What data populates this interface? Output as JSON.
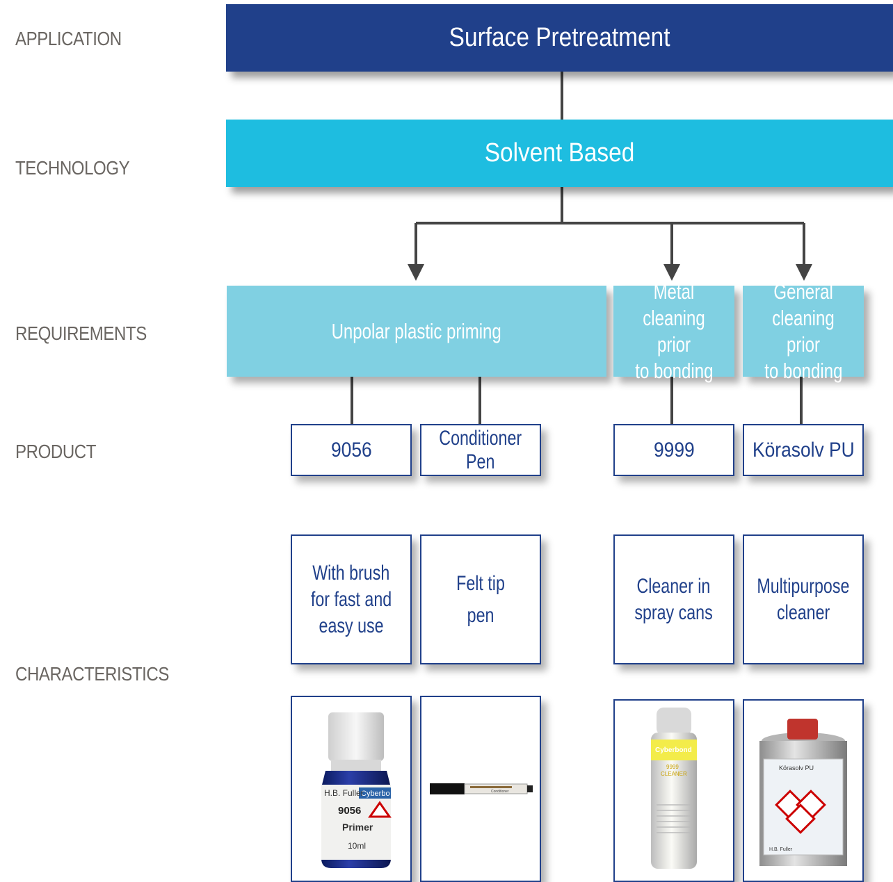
{
  "row_labels": {
    "application": "APPLICATION",
    "technology": "TECHNOLOGY",
    "requirements": "REQUIREMENTS",
    "product": "PRODUCT",
    "characteristics": "CHARACTERISTICS"
  },
  "application": "Surface Pretreatment",
  "technology": "Solvent Based",
  "requirements": [
    {
      "line1": "Unpolar plastic priming",
      "line2": "",
      "line3": ""
    },
    {
      "line1": "Metal",
      "line2": "cleaning prior",
      "line3": "to bonding"
    },
    {
      "line1": "General",
      "line2": "cleaning prior",
      "line3": "to bonding"
    }
  ],
  "products": [
    {
      "line1": "9056",
      "line2": ""
    },
    {
      "line1": "Conditioner",
      "line2": "Pen"
    },
    {
      "line1": "9999",
      "line2": ""
    },
    {
      "line1": "Körasolv PU",
      "line2": ""
    }
  ],
  "characteristics": [
    {
      "line1": "With brush",
      "line2": "for fast and",
      "line3": "easy use"
    },
    {
      "line1": "Felt tip",
      "line2": "pen",
      "line3": ""
    },
    {
      "line1": "Cleaner in",
      "line2": "spray cans",
      "line3": ""
    },
    {
      "line1": "Multipurpose",
      "line2": "cleaner",
      "line3": ""
    }
  ],
  "product_images": [
    {
      "label_brand": "H.B. Fuller",
      "label_tag": "Cyberbo",
      "label_code": "9056",
      "label_name": "Primer",
      "label_volume": "10ml"
    },
    {
      "label_text": "Conditioner"
    },
    {
      "label_brand": "Cyberbond",
      "label_code": "9999",
      "label_name": "CLEANER"
    },
    {
      "label_name": "Körasolv PU",
      "label_brand": "H.B. Fuller"
    }
  ],
  "colors": {
    "application_bar": "#20408a",
    "technology_bar": "#1ebde0",
    "requirement_box": "#80d0e2",
    "box_border": "#20408a",
    "connector": "#444444",
    "row_label": "#6a6662"
  }
}
